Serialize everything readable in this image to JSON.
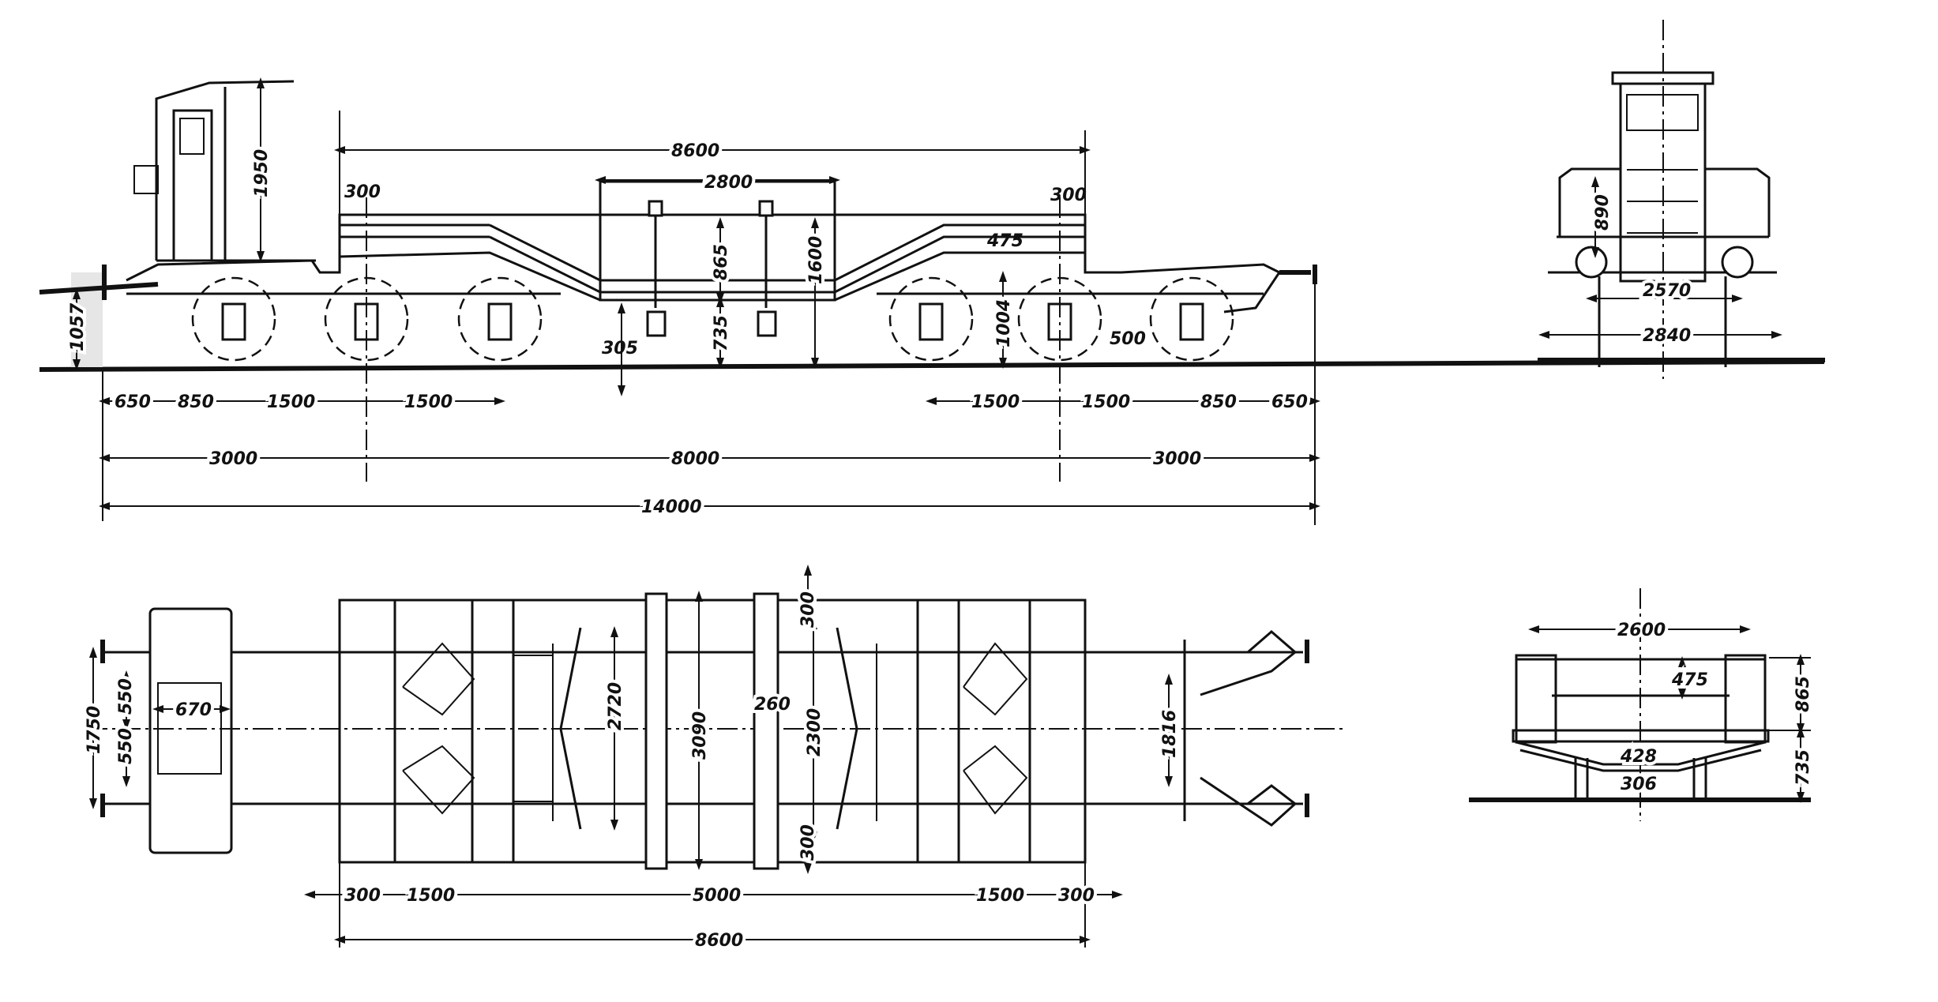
{
  "drawing": {
    "side_view": {
      "deck_length": "8600",
      "well_length": "2800",
      "deck_overhang_left": "300",
      "deck_overhang_right": "300",
      "cab_height": "1950",
      "well_depth": "865",
      "deck_height": "1600",
      "side_beam": "475",
      "deck_top_height": "1004",
      "well_floor_height": "735",
      "well_clearance": "305",
      "axle_height": "500",
      "buffer_height": "1057",
      "spacing_row": [
        "650",
        "850",
        "1500",
        "1500",
        "1500",
        "1500",
        "850",
        "650"
      ],
      "bogie_left": "3000",
      "bogie_centers": "8000",
      "bogie_right": "3000",
      "overall_length": "14000"
    },
    "end_view": {
      "railing_height": "890",
      "wheel_gauge": "2570",
      "overall_width": "2840"
    },
    "plan_view": {
      "buffer_spacing": "1750",
      "half_left_upper": "550",
      "half_left_lower": "550",
      "cab_width": "670",
      "inner_width": "2720",
      "outer_width": "3090",
      "crossbeam_width": "260",
      "well_width": "2300",
      "beam_offset_top": "300",
      "beam_offset_bottom": "300",
      "bogie_frame_width": "1816",
      "bottom_row": [
        "300",
        "1500",
        "5000",
        "1500",
        "300"
      ],
      "frame_length": "8600"
    },
    "cross_section": {
      "beam_spacing": "2600",
      "side_beam": "475",
      "well_depth": "865",
      "bottom_depth": "428",
      "clearance": "306",
      "floor_height": "735"
    }
  }
}
